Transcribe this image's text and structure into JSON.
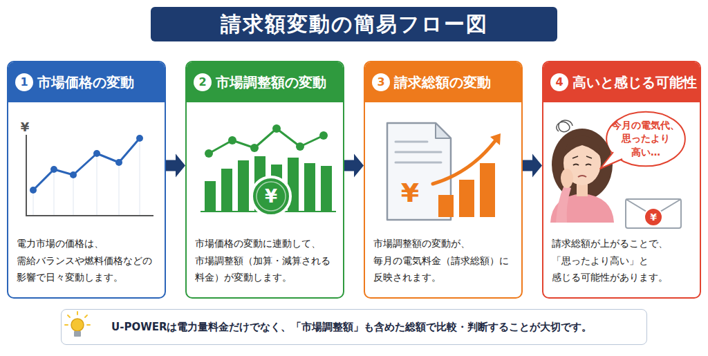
{
  "diagram": {
    "title": "請求額変動の簡易フロー図",
    "nodes": [
      {
        "text": [
          "市場価格の変動",
          "電力市場の価格は、 需給バランスや燃料価格などの 影響で日々変動します。"
        ]
      },
      {
        "text": [
          "1"
        ],
        "in": 0
      },
      {
        "text": [
          "市場調整額の変動",
          "市場価格の変動に連動して、 市場調整額（加算・減算される 料金）が変動します。"
        ]
      },
      {
        "text": [
          "2"
        ],
        "in": 2
      },
      {
        "text": [
          "請求総額の変動",
          "市場調整額の変動が、 毎月の電気料金（請求総額）に 反映されます。"
        ]
      },
      {
        "text": [
          "3"
        ],
        "in": 4
      },
      {
        "text": [
          "高いと感じる可能性",
          "請求総額が上がることで、 「思ったより高い」と 感じる可能性があります。"
        ]
      },
      {
        "text": [
          "4"
        ],
        "in": 6
      },
      {
        "text": [
          "今月の電気代、 思ったより 高い…"
        ],
        "in": 6
      },
      {
        "text": [
          "U-POWERは電力量料金だけでなく、「市場調整額」も含めた総額で比較・判断することが大切です。"
        ]
      }
    ],
    "edges": [
      {
        "from": 0,
        "to": 2,
        "arrow": "to"
      },
      {
        "from": 2,
        "to": 4,
        "arrow": "to"
      },
      {
        "from": 4,
        "to": 6,
        "arrow": "to"
      }
    ],
    "labels": [
      "¥",
      "¥",
      "¥",
      "¥"
    ]
  }
}
